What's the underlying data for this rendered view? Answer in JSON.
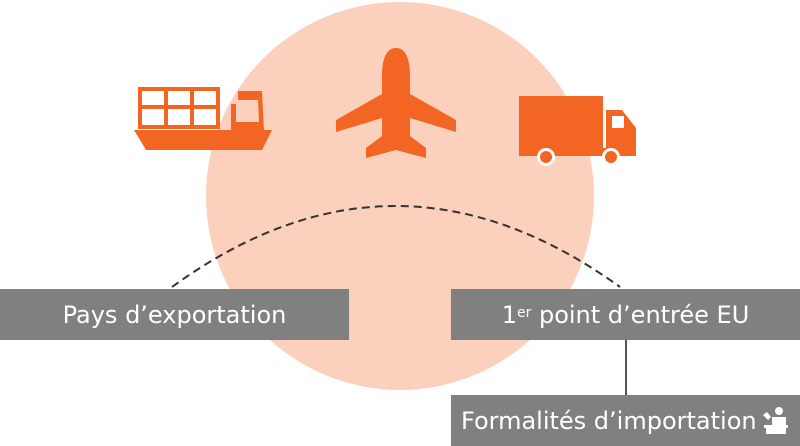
{
  "colors": {
    "accent": "#f26522",
    "circle": "#fbd0bc",
    "bar": "#808080",
    "connector": "#555555"
  },
  "icons": [
    "ship-icon",
    "airplane-icon",
    "truck-icon",
    "customs-officer-icon"
  ],
  "labels": {
    "export_country": "Pays d’exportation",
    "entry_number": "1",
    "entry_sup": "er",
    "entry_rest": " point d’entrée EU",
    "import_formalities": "Formalités d’importation"
  }
}
